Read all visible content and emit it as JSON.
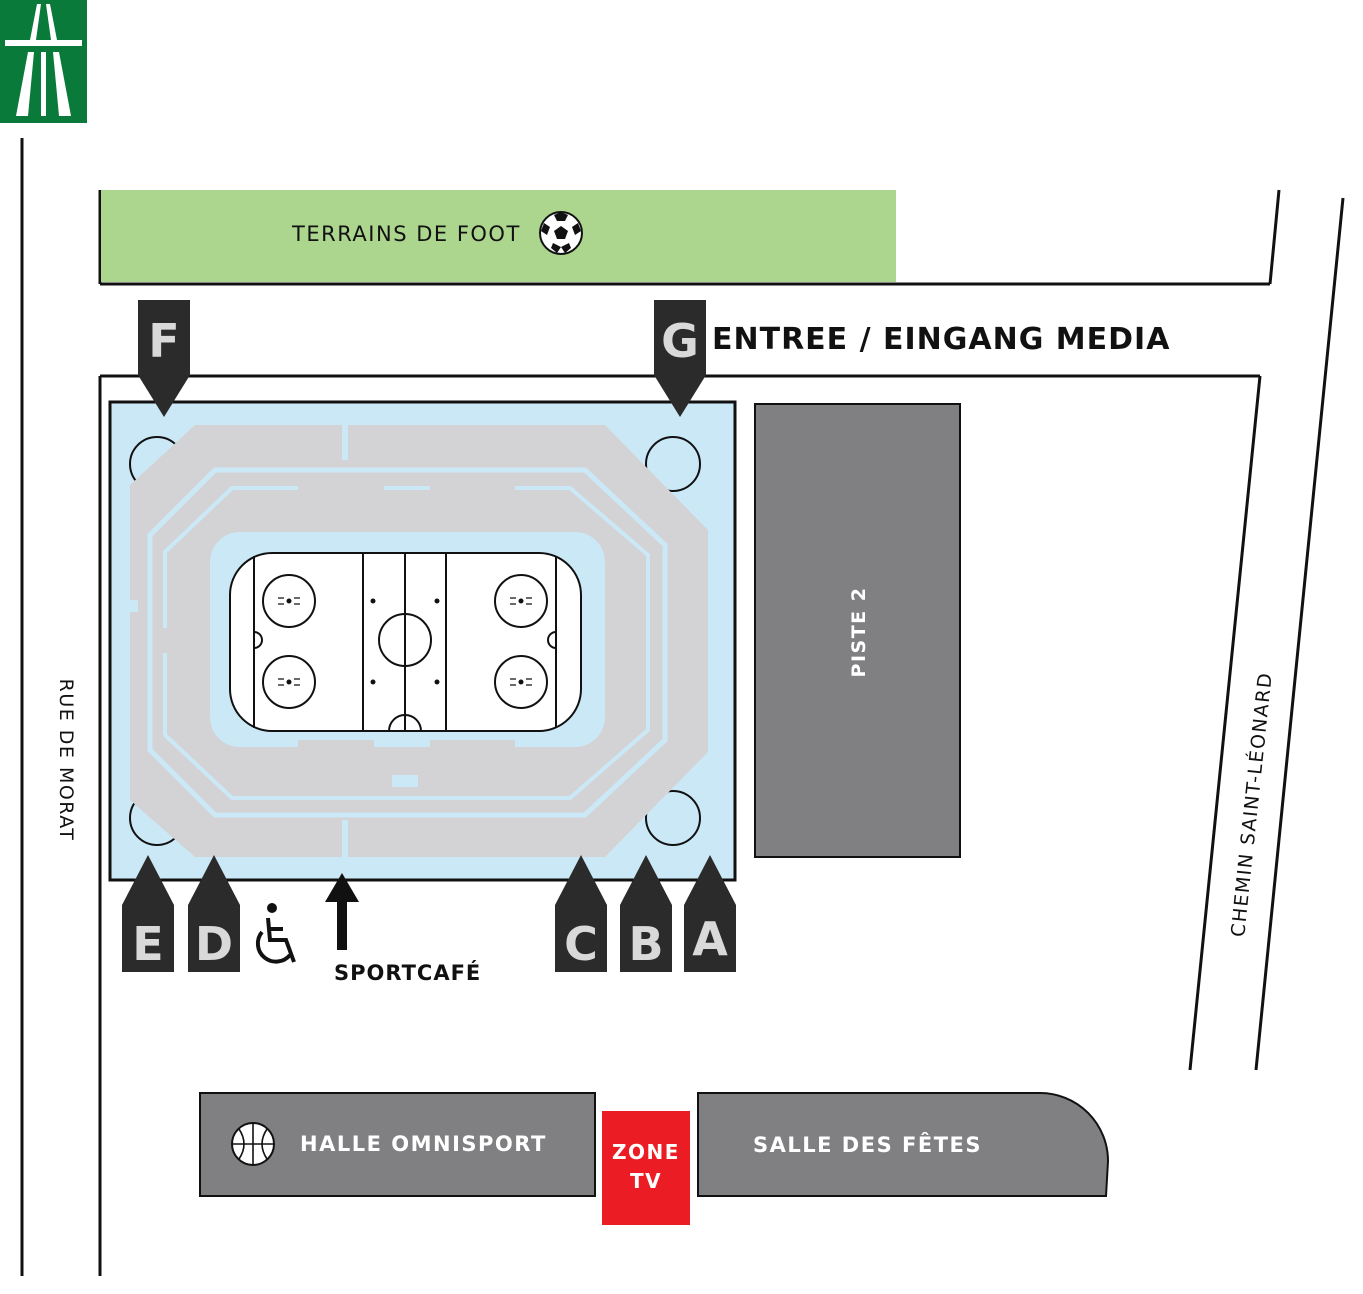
{
  "labels": {
    "football_fields": "TERRAINS DE FOOT",
    "media_entrance": "ENTREE / EINGANG MEDIA",
    "piste2": "PISTE 2",
    "street_left": "RUE DE MORAT",
    "street_right": "CHEMIN SAINT-LÉONARD",
    "sportcafe": "SPORTCAFÉ",
    "halle": "HALLE OMNISPORT",
    "zone_tv_line1": "ZONE",
    "zone_tv_line2": "TV",
    "salle": "SALLE DES FÊTES"
  },
  "gates": {
    "F": "F",
    "G": "G",
    "E": "E",
    "D": "D",
    "C": "C",
    "B": "B",
    "A": "A"
  },
  "icons": {
    "motorway": "motorway-icon",
    "football": "soccer-ball-icon",
    "basketball": "basketball-icon",
    "wheelchair": "wheelchair-icon"
  },
  "colors": {
    "motorway_green": "#0a7a3a",
    "football_field": "#acd58e",
    "arena_ice": "#cbe8f7",
    "stands": "#d3d3d5",
    "building_grey": "#808083",
    "zone_tv_red": "#ec1c24",
    "gate_dark": "#2b2b2b"
  }
}
